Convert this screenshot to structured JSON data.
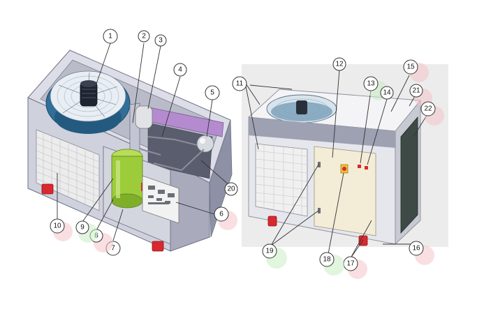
{
  "colors": {
    "frame": "#c9cbd6",
    "frame_dark": "#8e90a6",
    "panel_grille": "#e9eaea",
    "fan_blue": "#2f6f9a",
    "compressor": "#9ccc3a",
    "duct": "#b58bd0",
    "foot": "#d9292f",
    "cream_panel": "#f3ecd6",
    "coil_dark": "#3d4a45",
    "bg_right": "#ececec",
    "halo_red": "#f4c4c8",
    "halo_green": "#c8ecc5"
  },
  "callouts": [
    {
      "id": "c1",
      "label": "1",
      "halo": "none"
    },
    {
      "id": "c2",
      "label": "2",
      "halo": "none"
    },
    {
      "id": "c3",
      "label": "3",
      "halo": "none"
    },
    {
      "id": "c4",
      "label": "4",
      "halo": "none"
    },
    {
      "id": "c5",
      "label": "5",
      "halo": "none"
    },
    {
      "id": "c6",
      "label": "6",
      "halo": "red"
    },
    {
      "id": "c7",
      "label": "7",
      "halo": "none"
    },
    {
      "id": "c8",
      "label": "8",
      "halo": "red"
    },
    {
      "id": "c9",
      "label": "9",
      "halo": "green"
    },
    {
      "id": "c10",
      "label": "10",
      "halo": "red"
    },
    {
      "id": "c11",
      "label": "11",
      "halo": "none"
    },
    {
      "id": "c12",
      "label": "12",
      "halo": "none"
    },
    {
      "id": "c13",
      "label": "13",
      "halo": "green"
    },
    {
      "id": "c14",
      "label": "14",
      "halo": "none"
    },
    {
      "id": "c15",
      "label": "15",
      "halo": "red"
    },
    {
      "id": "c16",
      "label": "16",
      "halo": "red"
    },
    {
      "id": "c17",
      "label": "17",
      "halo": "red"
    },
    {
      "id": "c18",
      "label": "18",
      "halo": "green"
    },
    {
      "id": "c19",
      "label": "19",
      "halo": "green"
    },
    {
      "id": "c20",
      "label": "20",
      "halo": "none"
    },
    {
      "id": "c21",
      "label": "21",
      "halo": "red"
    },
    {
      "id": "c22",
      "label": "22",
      "halo": "red"
    }
  ]
}
